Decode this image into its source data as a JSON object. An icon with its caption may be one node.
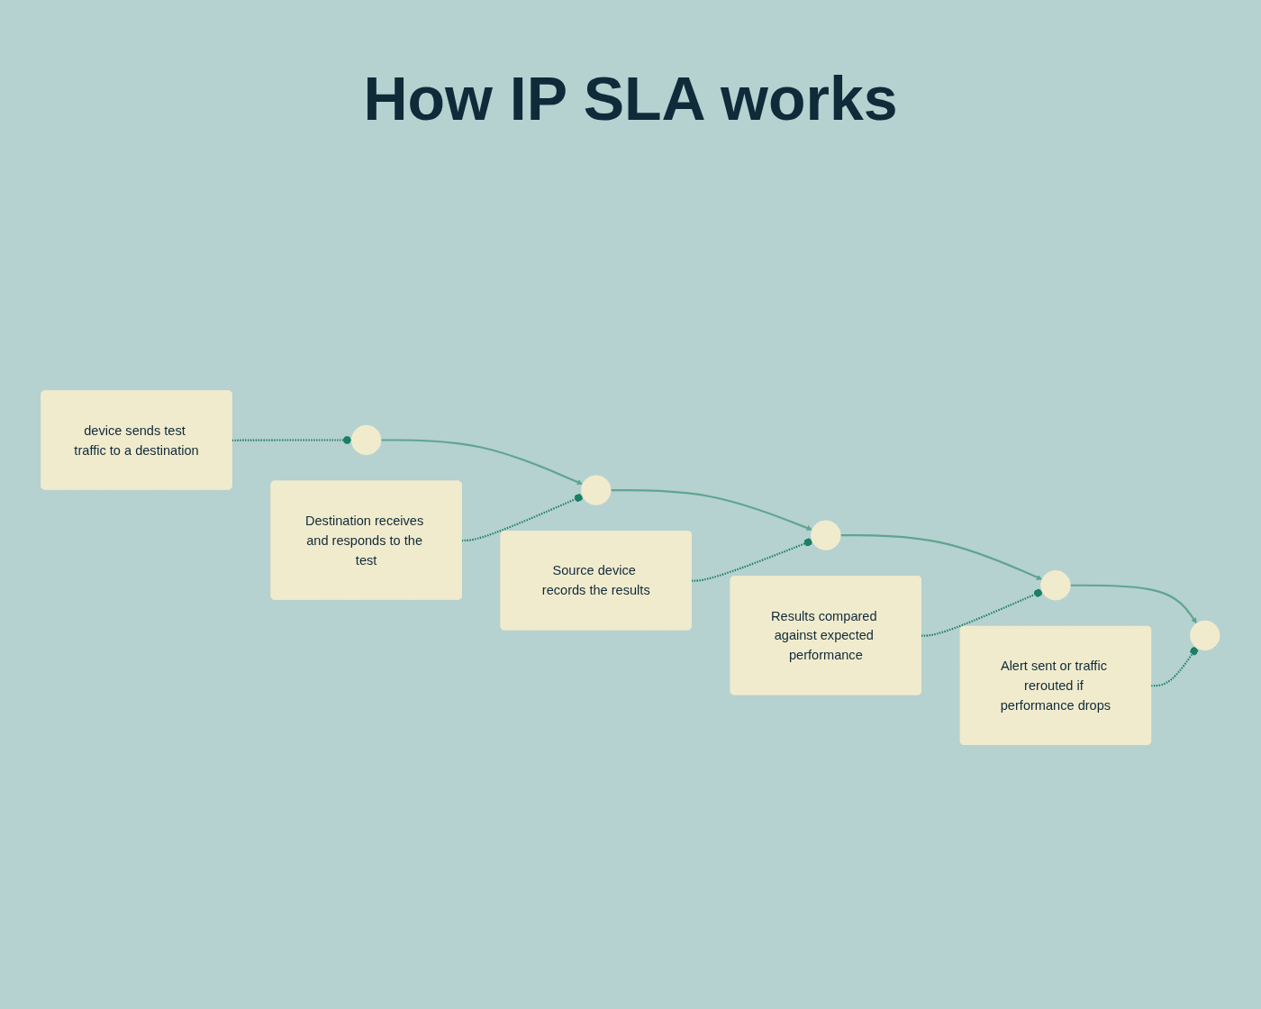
{
  "diagram": {
    "title": "How IP SLA works",
    "nodes": [
      {
        "text": [
          "device sends test traffic to a destination"
        ]
      },
      {
        "text": [
          "Source device records the results"
        ]
      },
      {
        "text": [
          "Alert sent or traffic rerouted if performance drops"
        ]
      },
      {
        "text": [],
        "shape": "circle"
      },
      {
        "text": [],
        "shape": "circle"
      },
      {
        "text": [],
        "shape": "circle"
      },
      {
        "text": [],
        "shape": "circle"
      },
      {
        "text": [],
        "shape": "circle"
      },
      {
        "text": [
          "Destination receives and responds to the test"
        ]
      },
      {
        "text": [
          "Results compared against expected performance"
        ]
      }
    ],
    "edges": [
      {
        "from": 3,
        "to": 4,
        "arrow": "to",
        "color": "#5fa58f"
      },
      {
        "from": 4,
        "to": 5,
        "arrow": "to",
        "color": "#5fa58f"
      },
      {
        "from": 5,
        "to": 6,
        "arrow": "to",
        "color": "#5fa58f"
      },
      {
        "from": 6,
        "to": 7,
        "arrow": "to",
        "color": "#5fa58f"
      },
      {
        "from": 0,
        "to": 3,
        "arrow": "other",
        "style": "dashed"
      },
      {
        "from": 8,
        "to": 4,
        "arrow": "other",
        "style": "dashed"
      },
      {
        "from": 1,
        "to": 5,
        "arrow": "other",
        "style": "dashed"
      },
      {
        "from": 9,
        "to": 6,
        "arrow": "other",
        "style": "dashed"
      },
      {
        "from": 2,
        "to": 7,
        "arrow": "other",
        "style": "dashed"
      }
    ]
  }
}
